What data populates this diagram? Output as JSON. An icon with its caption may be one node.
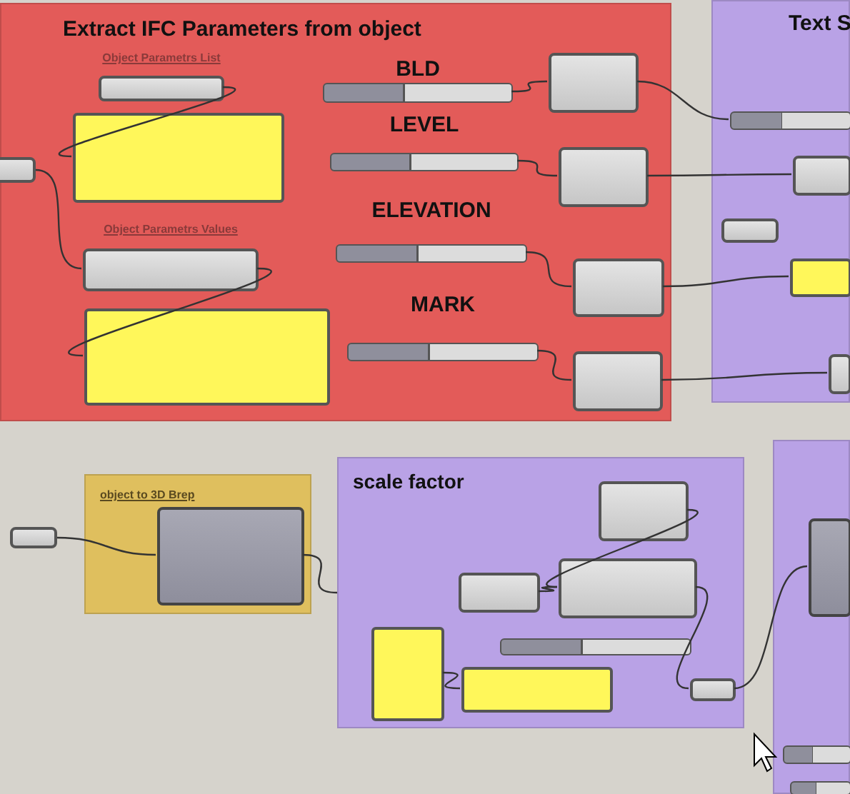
{
  "diagram": {
    "nodes": [
      {
        "text": [
          "Extract IFC Parameters from object"
        ]
      },
      {
        "text": [
          "Object Parametrs List"
        ],
        "in": 0
      },
      {
        "text": [],
        "shape": "box",
        "in": 0
      },
      {
        "text": [
          "Object Parametrs Values"
        ],
        "in": 0
      },
      {
        "text": [],
        "shape": "box",
        "in": 0
      },
      {
        "text": [
          "BLD"
        ],
        "in": 0
      },
      {
        "text": [
          "LEVEL"
        ],
        "in": 0
      },
      {
        "text": [
          "ELEVATION"
        ],
        "in": 0
      },
      {
        "text": [
          "MARK"
        ],
        "in": 0
      },
      {
        "text": [],
        "shape": "box",
        "in": 0
      },
      {
        "text": [],
        "shape": "box",
        "in": 0
      },
      {
        "text": [],
        "shape": "box",
        "in": 0
      },
      {
        "text": [],
        "shape": "box",
        "in": 0
      },
      {
        "text": [],
        "shape": "box"
      },
      {
        "text": [
          "Text S"
        ]
      },
      {
        "text": [],
        "shape": "bar",
        "in": 14
      },
      {
        "text": [],
        "shape": "box",
        "in": 14
      },
      {
        "text": [],
        "shape": "box",
        "in": 14
      },
      {
        "text": [],
        "shape": "box",
        "in": 14
      },
      {
        "text": [],
        "shape": "box",
        "in": 14
      },
      {
        "text": [],
        "shape": "box"
      },
      {
        "text": [
          "object to 3D Brep"
        ]
      },
      {
        "text": [],
        "shape": "box",
        "in": 21
      },
      {
        "text": [
          "scale factor"
        ]
      },
      {
        "text": [],
        "shape": "box",
        "in": 23
      },
      {
        "text": [],
        "shape": "box",
        "in": 23
      },
      {
        "text": [],
        "shape": "box",
        "in": 23
      },
      {
        "text": [],
        "shape": "bar",
        "in": 23
      },
      {
        "text": [],
        "shape": "box",
        "in": 23
      },
      {
        "text": [],
        "shape": "box",
        "in": 23
      },
      {
        "text": [],
        "shape": "box",
        "in": 23
      },
      {
        "text": [],
        "shape": "box"
      },
      {
        "text": [],
        "shape": "box",
        "in": 31
      },
      {
        "text": [],
        "shape": "bar",
        "in": 31
      },
      {
        "text": [],
        "shape": "bar",
        "in": 31
      }
    ],
    "edges": [
      {
        "from": 13,
        "to": 3,
        "arrow": "none"
      },
      {
        "from": 1,
        "to": 2,
        "arrow": "none"
      },
      {
        "from": 3,
        "to": 4,
        "arrow": "none"
      },
      {
        "from": 5,
        "to": 9,
        "arrow": "none"
      },
      {
        "from": 6,
        "to": 10,
        "arrow": "none"
      },
      {
        "from": 7,
        "to": 11,
        "arrow": "none"
      },
      {
        "from": 8,
        "to": 12,
        "arrow": "none"
      },
      {
        "from": 9,
        "to": 15,
        "arrow": "none"
      },
      {
        "from": 10,
        "to": 16,
        "arrow": "none"
      },
      {
        "from": 11,
        "to": 18,
        "arrow": "none"
      },
      {
        "from": 12,
        "to": 19,
        "arrow": "none"
      },
      {
        "from": 20,
        "to": 22,
        "arrow": "none"
      },
      {
        "from": 22,
        "to": 23,
        "arrow": "none"
      },
      {
        "from": 24,
        "to": 26,
        "arrow": "none"
      },
      {
        "from": 25,
        "to": 26,
        "arrow": "none"
      },
      {
        "from": 28,
        "to": 29,
        "arrow": "none"
      },
      {
        "from": 26,
        "to": 30,
        "arrow": "none"
      },
      {
        "from": 30,
        "to": 32,
        "arrow": "none"
      }
    ]
  }
}
